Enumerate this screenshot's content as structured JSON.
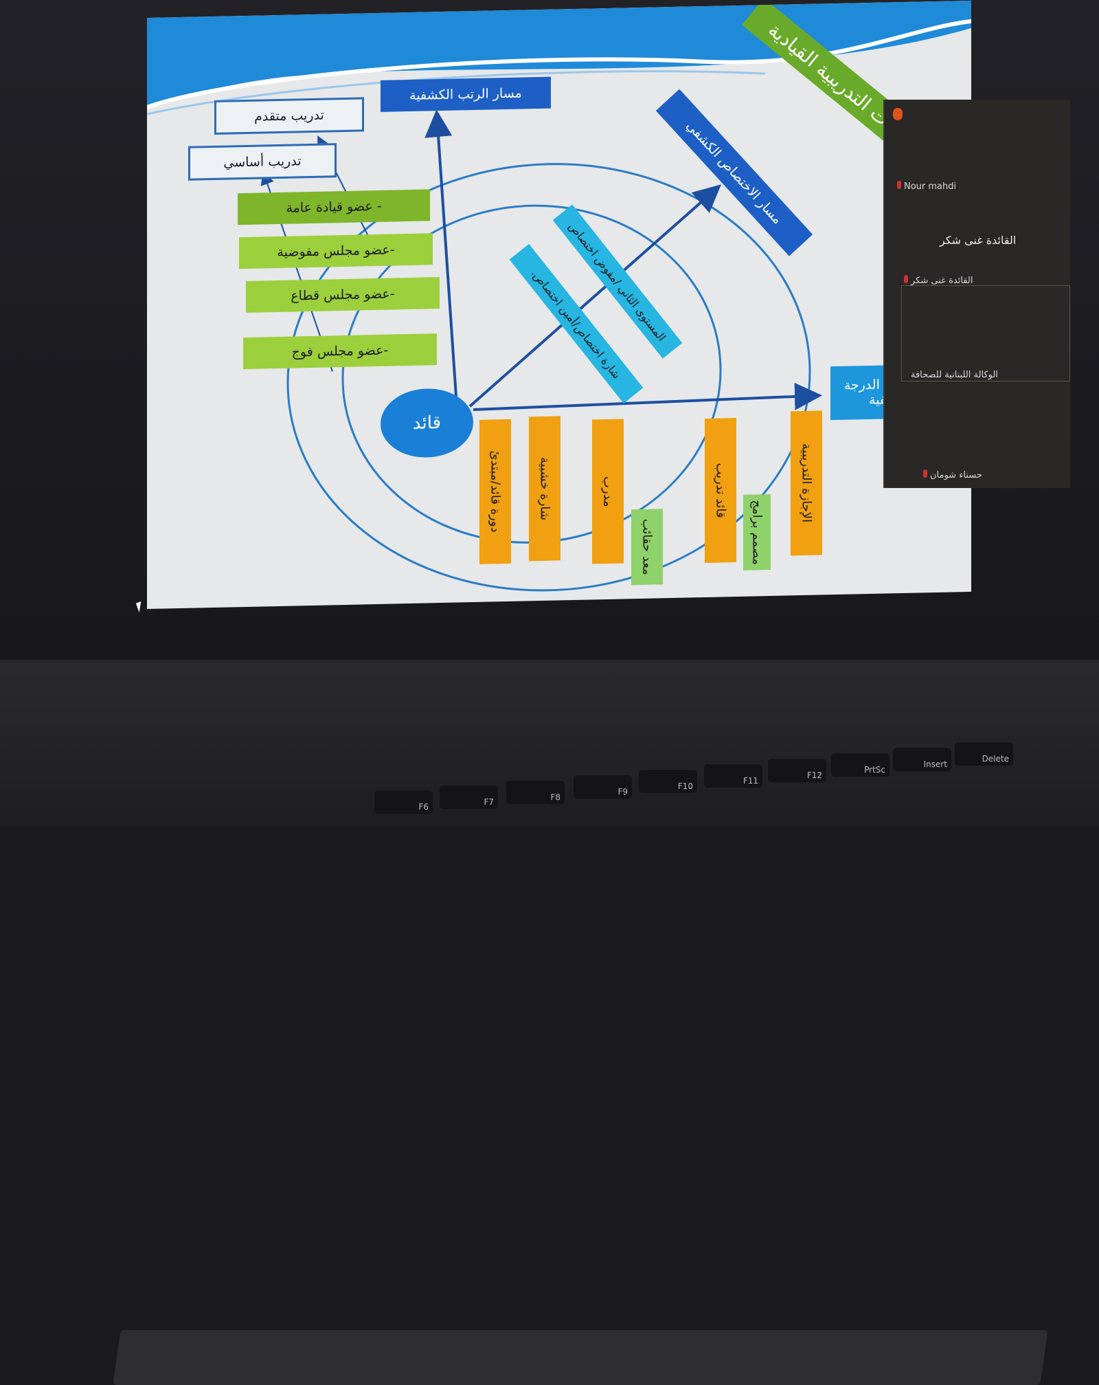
{
  "slide": {
    "title_banner": "مسارات التدريبية القيادية",
    "rank_path": "مسار الرتب الكشفية",
    "specialty_path": "مسار الاختصاص الكشفي",
    "degree_path": "مسار الدرجة الكشفية",
    "advanced_training": "تدريب متقدم",
    "basic_training": "تدريب أساسي",
    "membership": [
      "- عضو قيادة عامة",
      "-عضو مجلس مفوضية",
      "-عضو مجلس قطاع",
      "-عضو مجلس فوج"
    ],
    "specialty_levels": [
      "المستوى الثاني /مفوض اختصاص",
      "شارة اختصاص/أمين اختصاص."
    ],
    "leader": "قائد",
    "degrees": [
      "دورة قائد/مبتدئ",
      "شارة خشبية",
      "مدرب",
      "قائد تدريب",
      "الإجازة التدريبية"
    ],
    "sub_degrees": [
      "معد حقائب",
      "مصمم برامج"
    ]
  },
  "participants": {
    "items": [
      "Nour mahdi",
      "القائدة غنى شكر",
      "الوكالة اللبنانية للصحافة",
      "حسناء شومان"
    ],
    "featured_name": "القائدة غنى شكر"
  },
  "keyboard": [
    "F6",
    "F7",
    "F8",
    "F9",
    "F10",
    "F11",
    "F12",
    "PrtSc",
    "Insert",
    "Delete"
  ]
}
